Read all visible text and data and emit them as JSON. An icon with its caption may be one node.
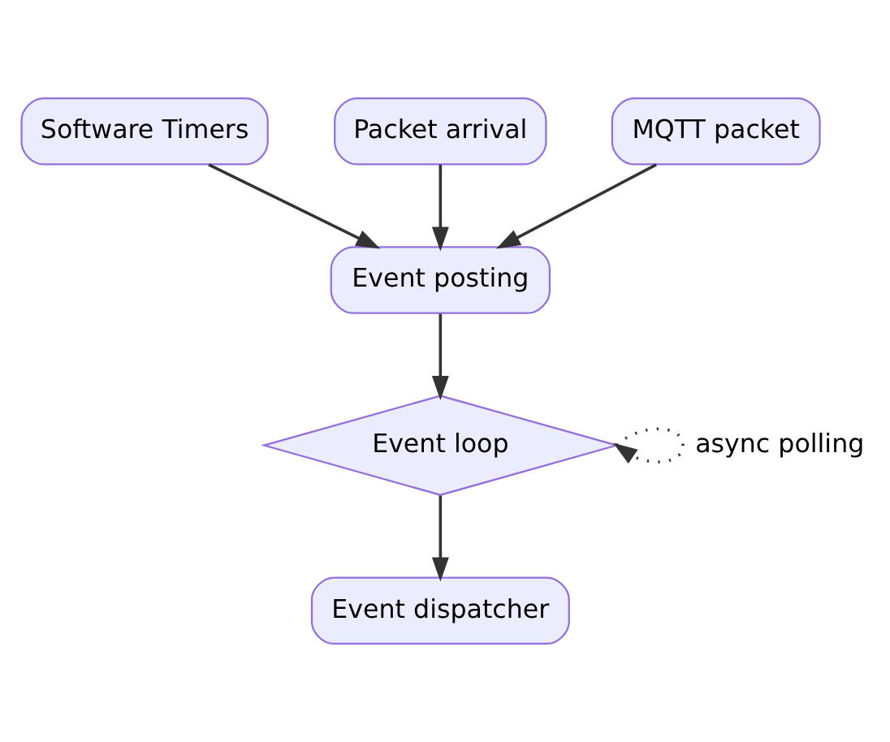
{
  "diagram": {
    "nodes": [
      {
        "text": [
          "Software Timers"
        ]
      },
      {
        "text": [
          "Packet arrival"
        ]
      },
      {
        "text": [
          "MQTT packet"
        ]
      },
      {
        "text": [
          "Event posting"
        ]
      },
      {
        "text": [
          "Event loop"
        ]
      },
      {
        "text": [
          "Event dispatcher"
        ]
      }
    ],
    "edges": [
      {
        "from": 0,
        "to": 3,
        "arrow": "to"
      },
      {
        "from": 1,
        "to": 3,
        "arrow": "to"
      },
      {
        "from": 2,
        "to": 3,
        "arrow": "to"
      },
      {
        "from": 3,
        "to": 4,
        "arrow": "to"
      },
      {
        "from": 4,
        "to": 4,
        "arrow": "to",
        "label": "async polling",
        "style": "dashed"
      },
      {
        "from": 4,
        "to": 5,
        "arrow": "to"
      }
    ]
  }
}
